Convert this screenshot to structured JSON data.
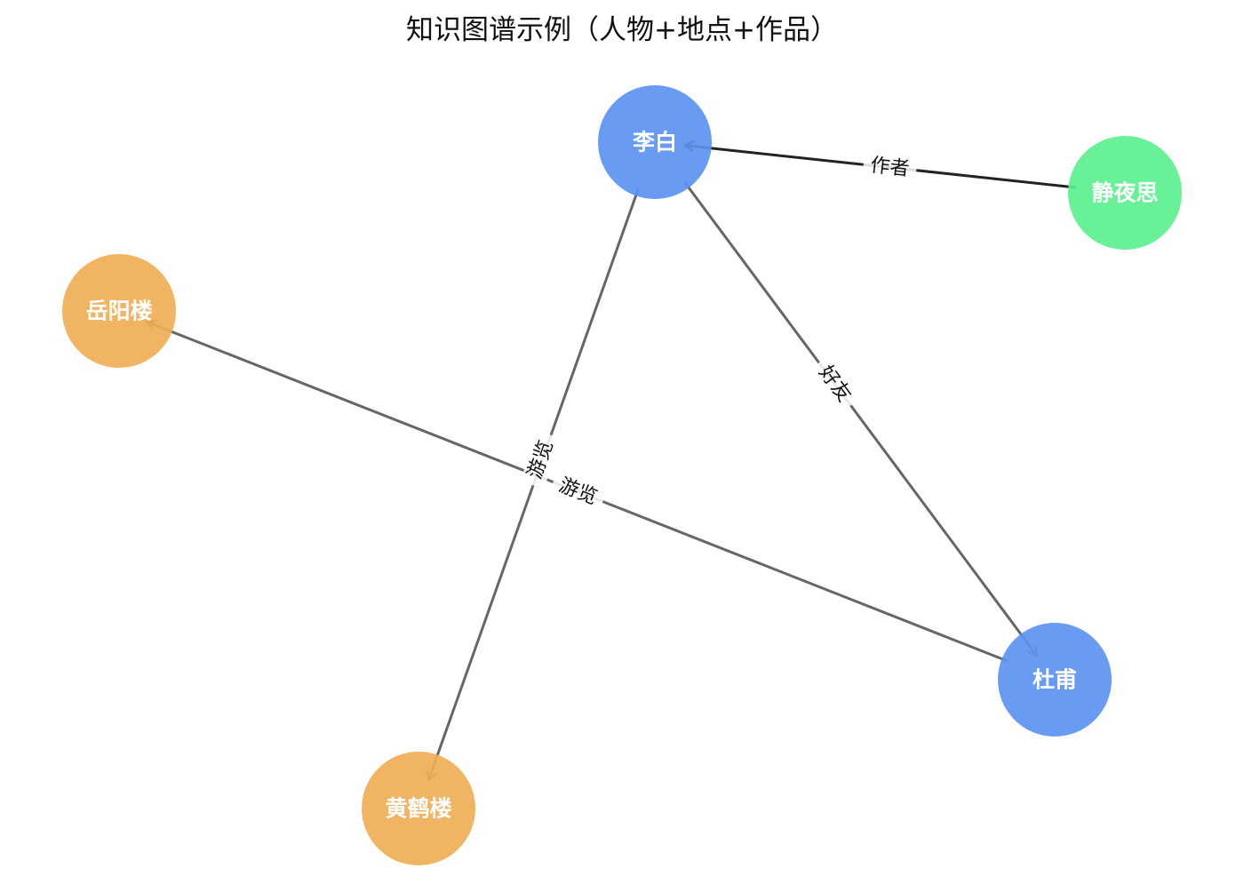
{
  "title": "知识图谱示例（人物+地点+作品）",
  "legend_colors": {
    "person": "#5b93f0",
    "place": "#f0ae55",
    "work": "#5cf08e"
  },
  "nodes": [
    {
      "id": "libai",
      "label": "李白",
      "category": "person"
    },
    {
      "id": "dufu",
      "label": "杜甫",
      "category": "person"
    },
    {
      "id": "jingyesi",
      "label": "静夜思",
      "category": "work"
    },
    {
      "id": "yueyanglou",
      "label": "岳阳楼",
      "category": "place"
    },
    {
      "id": "huanghelou",
      "label": "黄鹤楼",
      "category": "place"
    }
  ],
  "edges": [
    {
      "id": "e-author",
      "source": "jingyesi",
      "target": "libai",
      "label": "作者",
      "color": "#222222"
    },
    {
      "id": "e-friend",
      "source": "libai",
      "target": "dufu",
      "label": "好友",
      "color": "#666666"
    },
    {
      "id": "e-visit-hhl",
      "source": "libai",
      "target": "huanghelou",
      "label": "游览",
      "color": "#666666"
    },
    {
      "id": "e-visit-yyl",
      "source": "dufu",
      "target": "yueyanglou",
      "label": "游览",
      "color": "#666666"
    }
  ]
}
